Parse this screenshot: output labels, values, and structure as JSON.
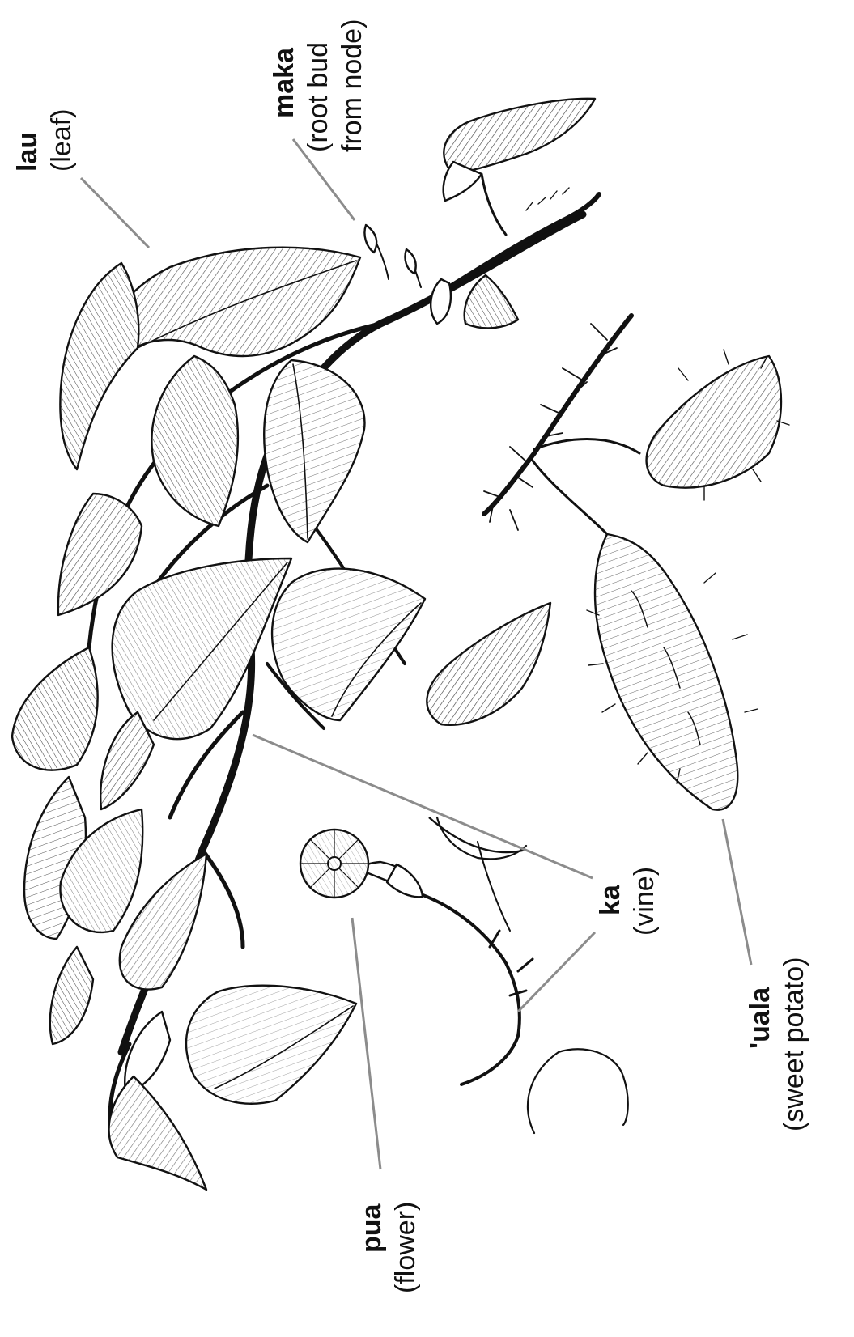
{
  "colors": {
    "ink": "#111111",
    "leader": "#8c8c8c",
    "background": "#ffffff"
  },
  "labels": {
    "lau": {
      "term": "lau",
      "gloss": "(leaf)"
    },
    "maka": {
      "term": "maka",
      "gloss_line1": "(root bud",
      "gloss_line2": "from node)"
    },
    "ka": {
      "term": "ka",
      "gloss": "(vine)"
    },
    "pua": {
      "term": "pua",
      "gloss": "(flower)"
    },
    "uala": {
      "term": "'uala",
      "gloss": "(sweet potato)"
    }
  }
}
